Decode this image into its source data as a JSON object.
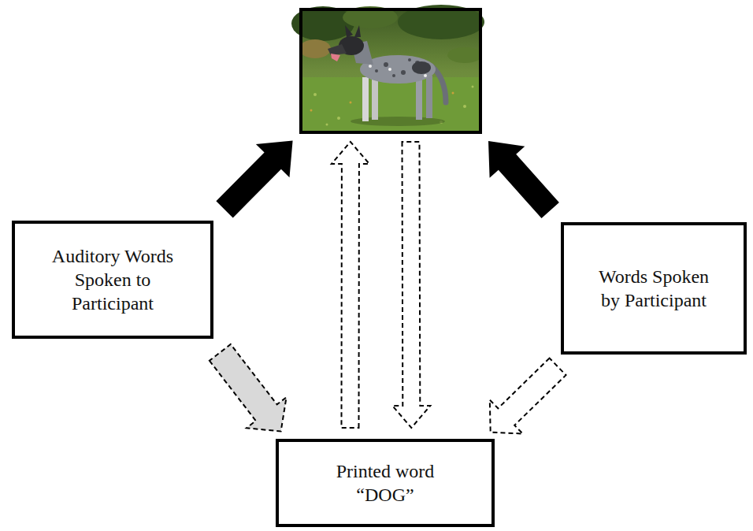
{
  "diagram": {
    "nodes": [
      {
        "text": []
      },
      {
        "text": [
          "Auditory Words Spoken to Participant"
        ]
      },
      {
        "text": [
          "Words Spoken by Participant"
        ]
      },
      {
        "text": [
          "Printed word “DOG”"
        ]
      }
    ],
    "edges": [
      {
        "from": 1,
        "to": 0,
        "arrow": "to"
      },
      {
        "from": 2,
        "to": 0,
        "arrow": "to"
      },
      {
        "from": 3,
        "to": 0,
        "arrow": "to"
      },
      {
        "from": 0,
        "to": 3,
        "arrow": "to"
      },
      {
        "from": 1,
        "to": 3,
        "arrow": "to"
      },
      {
        "from": 2,
        "to": 3,
        "arrow": "to"
      }
    ]
  }
}
